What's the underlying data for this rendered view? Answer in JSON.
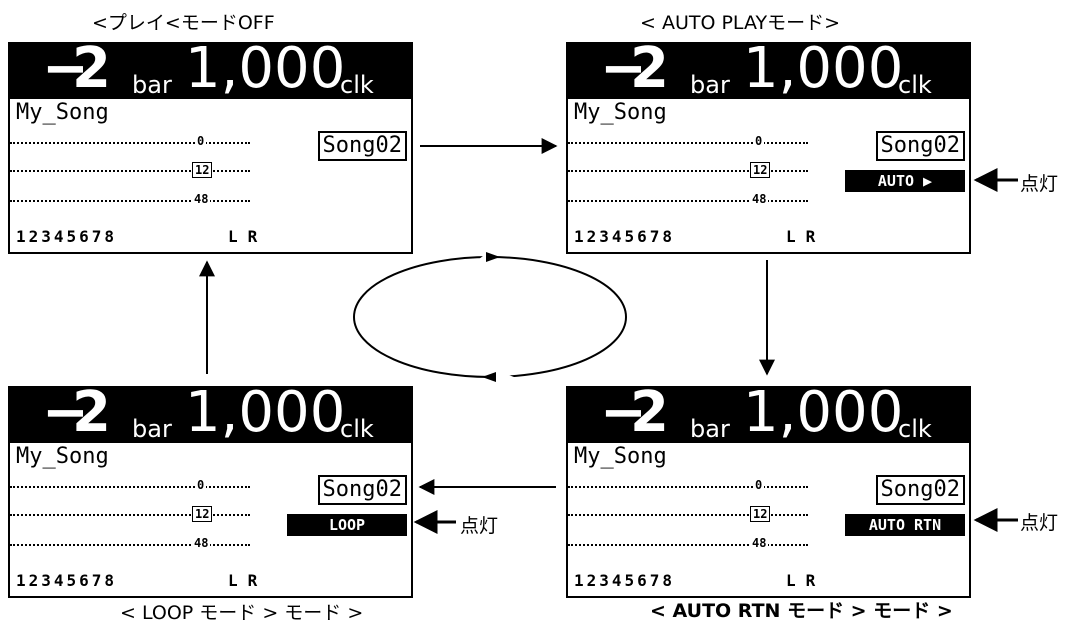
{
  "captions": {
    "play_off": "<プレイ<モードOFF",
    "auto_play": "< AUTO PLAYモード>",
    "loop": "< LOOP モード > モード >",
    "auto_rtn": "< AUTO RTN モード > モード >"
  },
  "display": {
    "minus": "−",
    "bar_value": "2",
    "bar_unit": "bar",
    "clk_value": "1,000",
    "clk_unit": "clk",
    "song_name": "My_Song",
    "song_id": "Song02",
    "meter_labels": [
      "0",
      "12",
      "48"
    ],
    "channels": "12345678",
    "lr": "LR"
  },
  "modes": {
    "auto_play": "AUTO ▶",
    "loop": "LOOP",
    "auto_rtn": "AUTO RTN"
  },
  "indicator_label": "点灯"
}
